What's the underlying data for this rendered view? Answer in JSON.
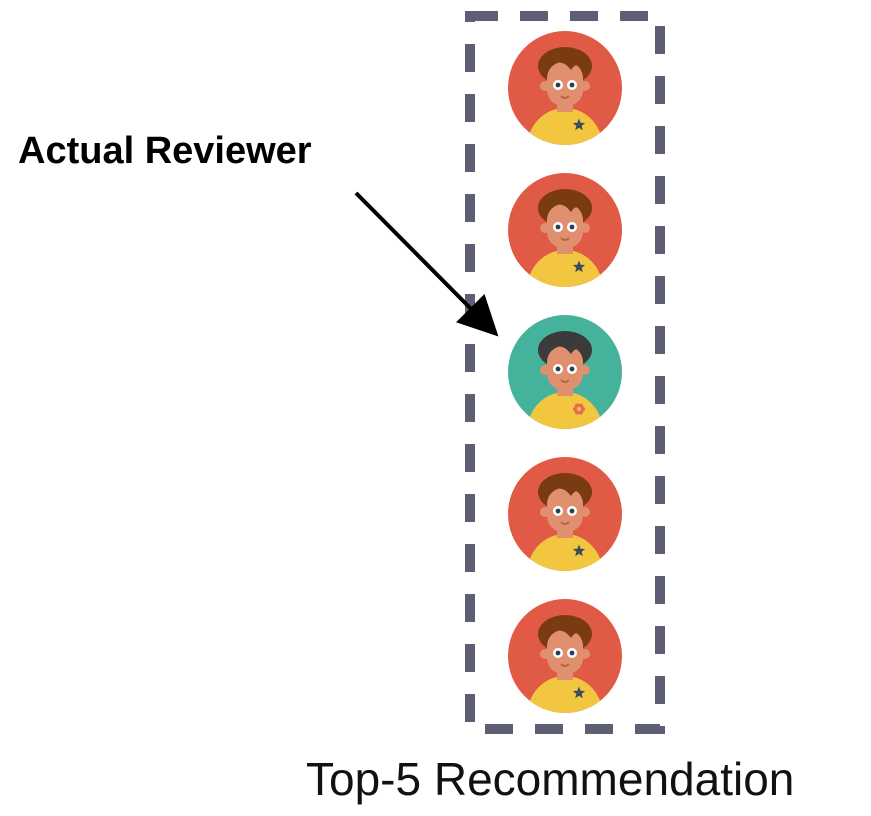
{
  "annotation": {
    "label": "Actual Reviewer"
  },
  "caption": "Top-5 Recommendation",
  "recommendations": [
    {
      "rank": 1,
      "avatar_icon": "reviewer-avatar-icon",
      "background": "#e05a45",
      "hair": "#7a3a12",
      "badge": "star",
      "is_actual": false
    },
    {
      "rank": 2,
      "avatar_icon": "reviewer-avatar-icon",
      "background": "#e05a45",
      "hair": "#7a3a12",
      "badge": "star",
      "is_actual": false
    },
    {
      "rank": 3,
      "avatar_icon": "reviewer-avatar-icon",
      "background": "#45b39c",
      "hair": "#3b3b3b",
      "badge": "flower",
      "is_actual": true
    },
    {
      "rank": 4,
      "avatar_icon": "reviewer-avatar-icon",
      "background": "#e05a45",
      "hair": "#7a3a12",
      "badge": "star",
      "is_actual": false
    },
    {
      "rank": 5,
      "avatar_icon": "reviewer-avatar-icon",
      "background": "#e05a45",
      "hair": "#7a3a12",
      "badge": "star",
      "is_actual": false
    }
  ],
  "colors": {
    "frame": "#5e5f75",
    "arrow": "#000000",
    "skin": "#e0906e",
    "shirt": "#f2c73f",
    "star": "#3a4d5c",
    "flower": "#e86a4f"
  }
}
